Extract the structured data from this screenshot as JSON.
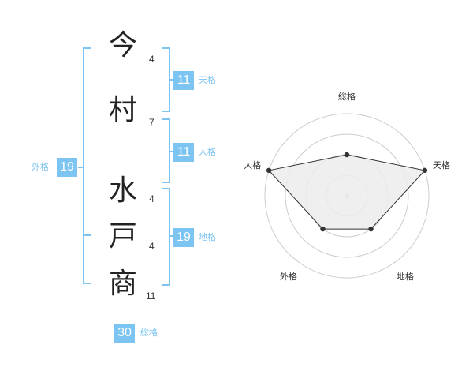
{
  "name": {
    "characters": [
      {
        "char": "今",
        "strokes": "4"
      },
      {
        "char": "村",
        "strokes": "7"
      },
      {
        "char": "水",
        "strokes": "4"
      },
      {
        "char": "戸",
        "strokes": "4"
      },
      {
        "char": "商",
        "strokes": "11"
      }
    ]
  },
  "fortune": {
    "tenkaku": {
      "label": "天格",
      "value": "11"
    },
    "jinkaku": {
      "label": "人格",
      "value": "11"
    },
    "chikaku": {
      "label": "地格",
      "value": "19"
    },
    "gaikaku": {
      "label": "外格",
      "value": "19"
    },
    "soukaku": {
      "label": "総格",
      "value": "30"
    }
  },
  "chart_data": {
    "type": "radar",
    "axes": [
      "総格",
      "天格",
      "地格",
      "外格",
      "人格"
    ],
    "values": [
      0.5,
      1.0,
      0.5,
      0.5,
      1.0
    ],
    "rings": 4,
    "colors": {
      "fill": "#ececec",
      "line": "#333333",
      "grid": "#cccccc",
      "accent": "#7cc4f2"
    }
  }
}
